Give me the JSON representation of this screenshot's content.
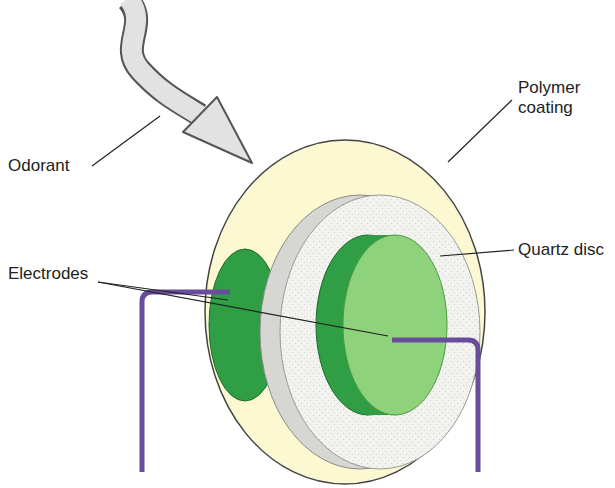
{
  "diagram": {
    "labels": [
      "Odorant",
      "Polymer coating",
      "Quartz disc",
      "Electrodes"
    ]
  }
}
